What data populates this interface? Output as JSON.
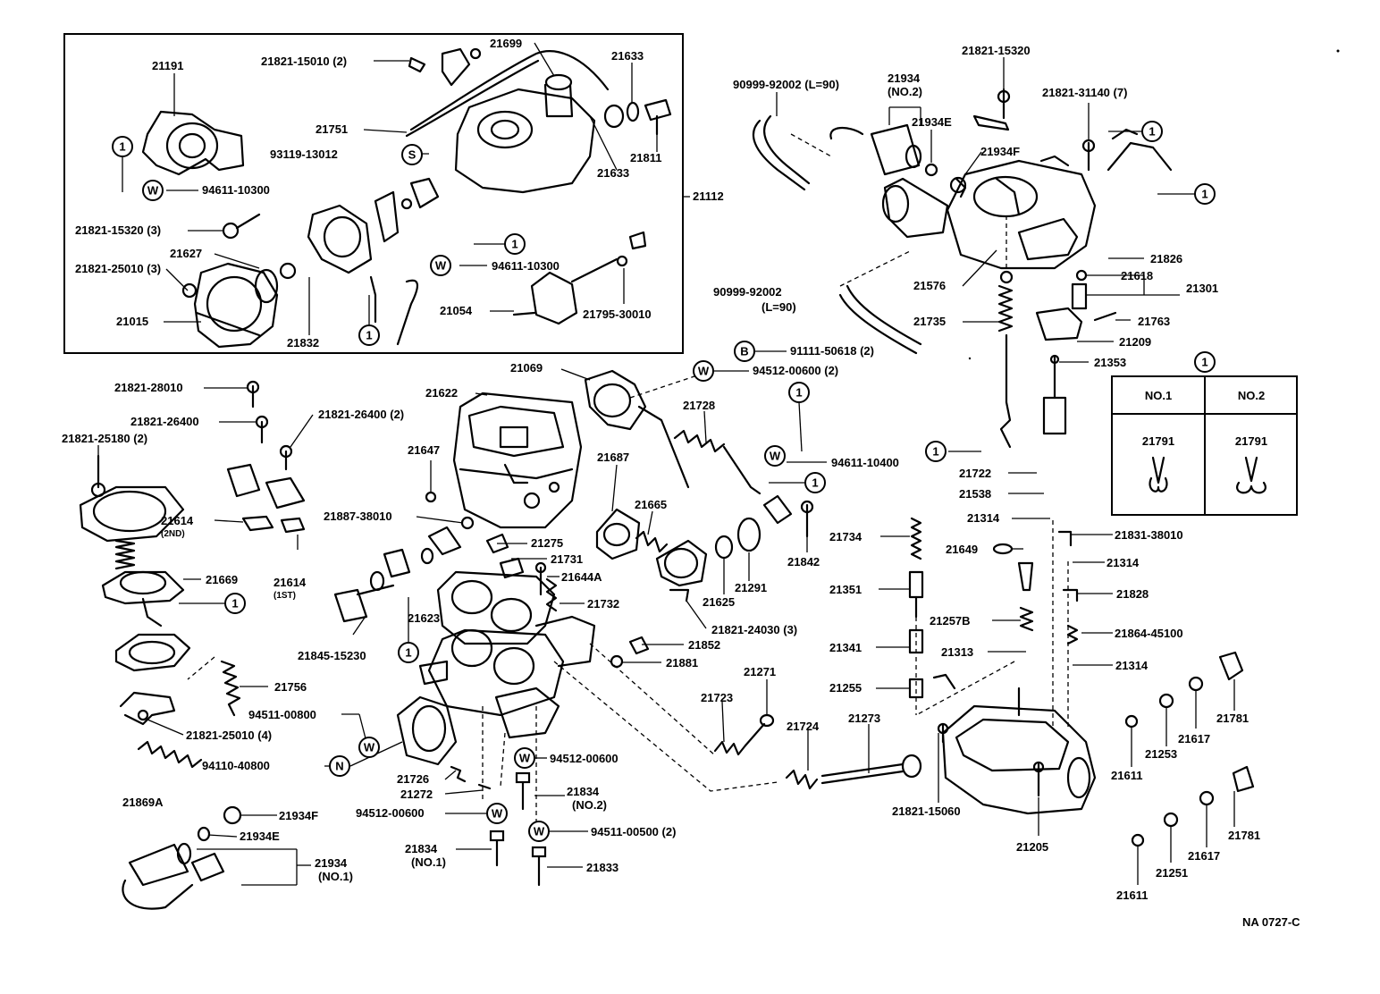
{
  "diagram_code": "NA 0727-C",
  "labels": {
    "p21191": "21191",
    "p21821_15010": "21821-15010 (2)",
    "p21699": "21699",
    "p21633a": "21633",
    "p21751": "21751",
    "p93119": "93119-13012",
    "p21811": "21811",
    "p21633b": "21633",
    "p94611_10300a": "94611-10300",
    "p21112": "21112",
    "p21821_15320_3": "21821-15320 (3)",
    "p21627": "21627",
    "p21821_25010_3": "21821-25010 (3)",
    "p94611_10300b": "94611-10300",
    "p21054": "21054",
    "p21795": "21795-30010",
    "p21015": "21015",
    "p21832": "21832",
    "p90999_a": "90999-92002 (L=90)",
    "p21934_top": "21934",
    "p21934_top_no": "(NO.2)",
    "p21934E_top": "21934E",
    "p21821_15320": "21821-15320",
    "p21821_31140": "21821-31140 (7)",
    "p21934F_top": "21934F",
    "p21826": "21826",
    "p21576": "21576",
    "p90999_b": "90999-92002",
    "p90999_b_len": "(L=90)",
    "p21618": "21618",
    "p21301": "21301",
    "p21735": "21735",
    "p21763": "21763",
    "p21209": "21209",
    "p21353": "21353",
    "p91111": "91111-50618 (2)",
    "p94512_00600_2": "94512-00600 (2)",
    "p21069": "21069",
    "p21622": "21622",
    "p21728": "21728",
    "p21821_28010": "21821-28010",
    "p21821_26400": "21821-26400",
    "p21821_26400_2": "21821-26400 (2)",
    "p21821_25180": "21821-25180 (2)",
    "p21647": "21647",
    "p94611_10400": "94611-10400",
    "p21722": "21722",
    "p21538": "21538",
    "p21687": "21687",
    "p21665": "21665",
    "p21614_2nd": "21614",
    "p21614_2nd_sub": "(2ND)",
    "p21887": "21887-38010",
    "p21275": "21275",
    "p21842": "21842",
    "p21314a": "21314",
    "p21831": "21831-38010",
    "p21734": "21734",
    "p21649": "21649",
    "p21314b": "21314",
    "p21614_1st": "21614",
    "p21614_1st_sub": "(1ST)",
    "p21731": "21731",
    "p21644A": "21644A",
    "p21669": "21669",
    "p21625": "21625",
    "p21291": "21291",
    "p21351": "21351",
    "p21828": "21828",
    "p21732": "21732",
    "p21821_24030": "21821-24030 (3)",
    "p21623": "21623",
    "p21257B": "21257B",
    "p21864": "21864-45100",
    "p21852": "21852",
    "p21845": "21845-15230",
    "p21881": "21881",
    "p21341": "21341",
    "p21313": "21313",
    "p21314c": "21314",
    "p21271": "21271",
    "p21756": "21756",
    "p21255": "21255",
    "p21723": "21723",
    "p94511_00800": "94511-00800",
    "p21821_25010_4": "21821-25010 (4)",
    "p21781a": "21781",
    "p21724": "21724",
    "p21273": "21273",
    "p21253": "21253",
    "p21617a": "21617",
    "p94512_00600a": "94512-00600",
    "p94110": "94110-40800",
    "p21611a": "21611",
    "p21726": "21726",
    "p21272": "21272",
    "p21869A": "21869A",
    "p21834_no2": "21834",
    "p21834_no2_sub": "(NO.2)",
    "p21934F_bot": "21934F",
    "p94512_00600b": "94512-00600",
    "p21821_15060": "21821-15060",
    "p21781b": "21781",
    "p94511_00500": "94511-00500 (2)",
    "p21934E_bot": "21934E",
    "p21205": "21205",
    "p21617b": "21617",
    "p21834_no1": "21834",
    "p21834_no1_sub": "(NO.1)",
    "p21934_bot": "21934",
    "p21934_bot_no": "(NO.1)",
    "p21833": "21833",
    "p21251": "21251",
    "p21611b": "21611"
  },
  "legend_table": {
    "ref": "1",
    "columns": [
      "NO.1",
      "NO.2"
    ],
    "values": [
      "21791",
      "21791"
    ]
  },
  "symbols": {
    "one": "1",
    "W": "W",
    "S": "S",
    "B": "B",
    "N": "N"
  }
}
